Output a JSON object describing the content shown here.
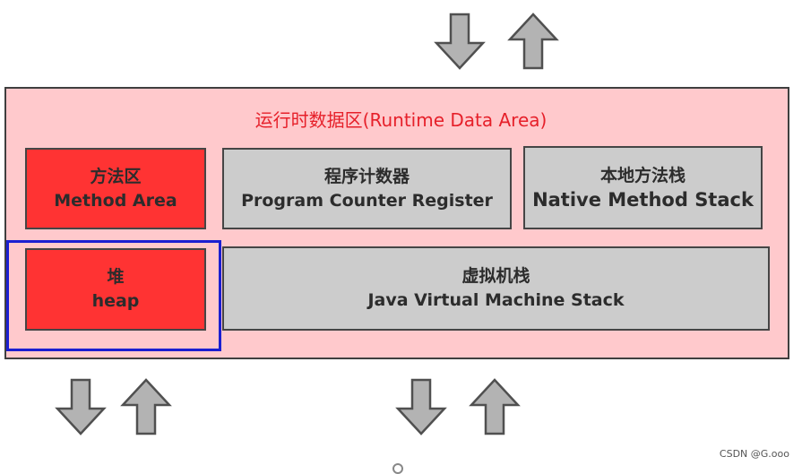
{
  "title": "运行时数据区(Runtime Data Area)",
  "method_area": {
    "zh": "方法区",
    "en": "Method Area"
  },
  "pc_register": {
    "zh": "程序计数器",
    "en": "Program Counter Register"
  },
  "native_stack": {
    "zh": "本地方法栈",
    "en": "Native Method Stack"
  },
  "heap": {
    "zh": "堆",
    "en": "heap"
  },
  "jvm_stack": {
    "zh": "虚拟机栈",
    "en": "Java Virtual Machine Stack"
  },
  "watermark": "CSDN @G.ooo",
  "colors": {
    "red_box": "#ff3333",
    "gray_box": "#cccccc",
    "area_background": "#ffc9cc",
    "title_text": "#e6202a",
    "highlight_border": "#1b1fd1",
    "arrow_fill": "#b3b3b3"
  },
  "icons": [
    "arrow-down-icon",
    "arrow-up-icon"
  ]
}
